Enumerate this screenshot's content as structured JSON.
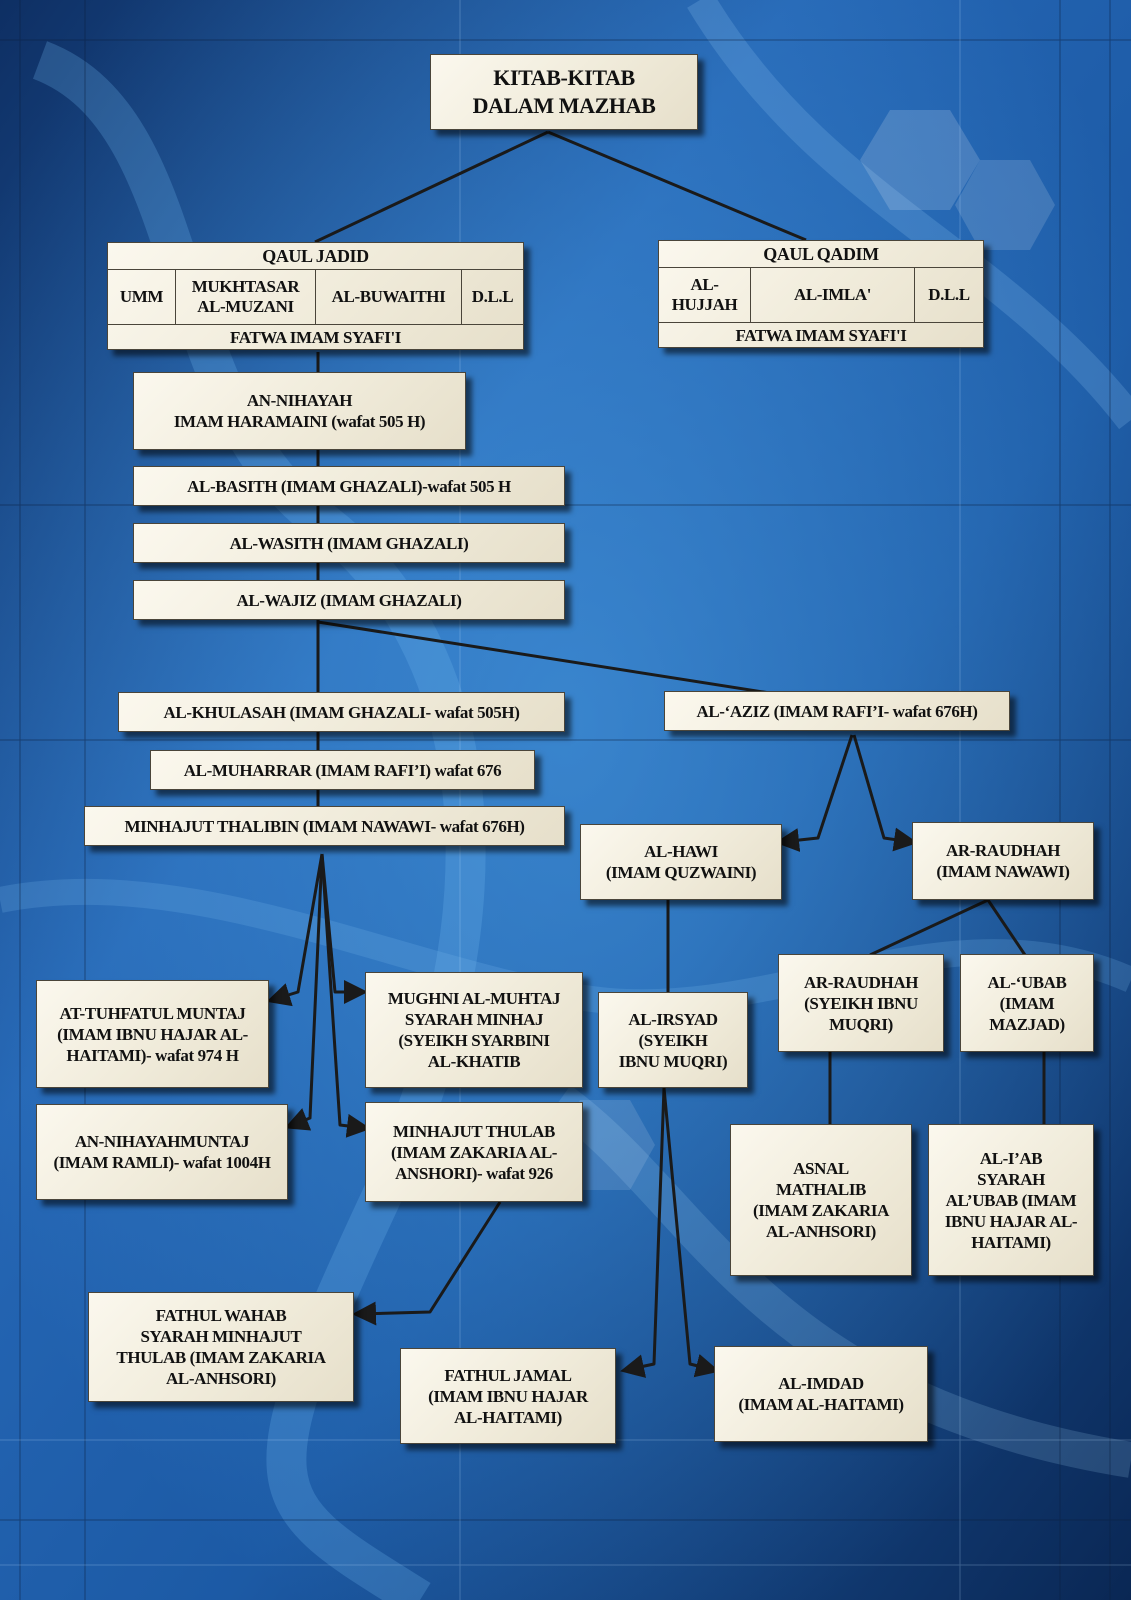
{
  "title": {
    "line1": "KITAB-KITAB",
    "line2": "DALAM MAZHAB"
  },
  "qaul_jadid": {
    "heading": "QAUL JADID",
    "cells": [
      "UMM",
      "MUKHTASAR AL-MUZANI",
      "AL-BUWAITHI",
      "D.L.L"
    ],
    "footer": "FATWA IMAM SYAFI'I"
  },
  "qaul_qadim": {
    "heading": "QAUL QADIM",
    "cells": [
      "AL-HUJJAH",
      "AL-IMLA'",
      "D.L.L"
    ],
    "footer": "FATWA IMAM SYAFI'I"
  },
  "books": {
    "nihayah": [
      "AN-NIHAYAH",
      "IMAM HARAMAINI (wafat 505 H)"
    ],
    "basith": "AL-BASITH (IMAM GHAZALI)-wafat 505 H",
    "wasith": "AL-WASITH (IMAM GHAZALI)",
    "wajiz": "AL-WAJIZ (IMAM GHAZALI)",
    "khulasah": "AL-KHULASAH (IMAM GHAZALI- wafat 505H)",
    "aziz": "AL-‘AZIZ (IMAM RAFI’I- wafat 676H)",
    "muharrar": "AL-MUHARRAR (IMAM RAFI’I) wafat 676",
    "minhajut_thalibin": "MINHAJUT THALIBIN (IMAM NAWAWI- wafat 676H)",
    "hawi": [
      "AL-HAWI",
      "(IMAM QUZWAINI)"
    ],
    "raudhah": [
      "AR-RAUDHAH",
      "(IMAM NAWAWI)"
    ],
    "tuhfah": [
      "AT-TUHFATUL MUNTAJ",
      "(IMAM IBNU HAJAR AL-",
      "HAITAMI)- wafat 974 H"
    ],
    "mughni": [
      "MUGHNI AL-MUHTAJ",
      "SYARAH MINHAJ",
      "(SYEIKH SYARBINI",
      "AL-KHATIB"
    ],
    "irsyad": [
      "AL-IRSYAD",
      "(SYEIKH",
      "IBNU MUQRI)"
    ],
    "raudhah_muqri": [
      "AR-RAUDHAH",
      "(SYEIKH IBNU",
      "MUQRI)"
    ],
    "ubab": [
      "AL-‘UBAB",
      "(IMAM",
      "MAZJAD)"
    ],
    "nihayah_muhtaj": [
      "AN-NIHAYAHMUNTAJ",
      "(IMAM RAMLI)- wafat 1004H"
    ],
    "minhajut_thulab": [
      "MINHAJUT THULAB",
      "(IMAM ZAKARIA AL-",
      "ANSHORI)- wafat 926"
    ],
    "asnal": [
      "ASNAL",
      "MATHALIB",
      "(IMAM ZAKARIA",
      "AL-ANHSORI)"
    ],
    "iab": [
      "AL-I’AB",
      "SYARAH",
      "AL’UBAB (IMAM",
      "IBNU HAJAR AL-",
      "HAITAMI)"
    ],
    "fathul_wahab": [
      "FATHUL WAHAB",
      "SYARAH MINHAJUT",
      "THULAB (IMAM ZAKARIA",
      "AL-ANHSORI)"
    ],
    "fathul_jamal": [
      "FATHUL JAMAL",
      "(IMAM IBNU HAJAR",
      "AL-HAITAMI)"
    ],
    "imdad": [
      "AL-IMDAD",
      "(IMAM AL-HAITAMI)"
    ]
  },
  "colors": {
    "background": "#1e4f8c",
    "box": "#f4f0e2",
    "connector": "#1a1a1a"
  }
}
